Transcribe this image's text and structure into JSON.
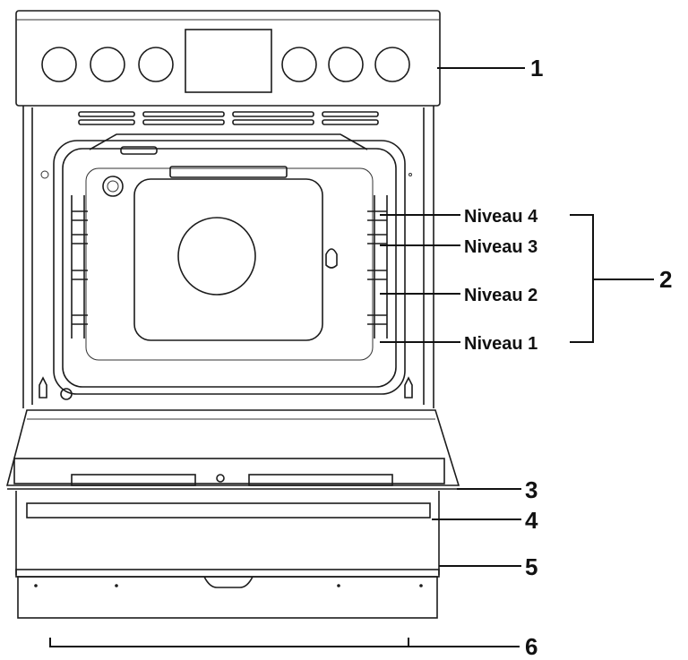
{
  "callouts": {
    "c1": "1",
    "c2": "2",
    "c3": "3",
    "c4": "4",
    "c5": "5",
    "c6": "6"
  },
  "levels": [
    "Niveau 4",
    "Niveau 3",
    "Niveau 2",
    "Niveau 1"
  ],
  "colors": {
    "line": "#1c1c1c",
    "background": "#ffffff"
  }
}
